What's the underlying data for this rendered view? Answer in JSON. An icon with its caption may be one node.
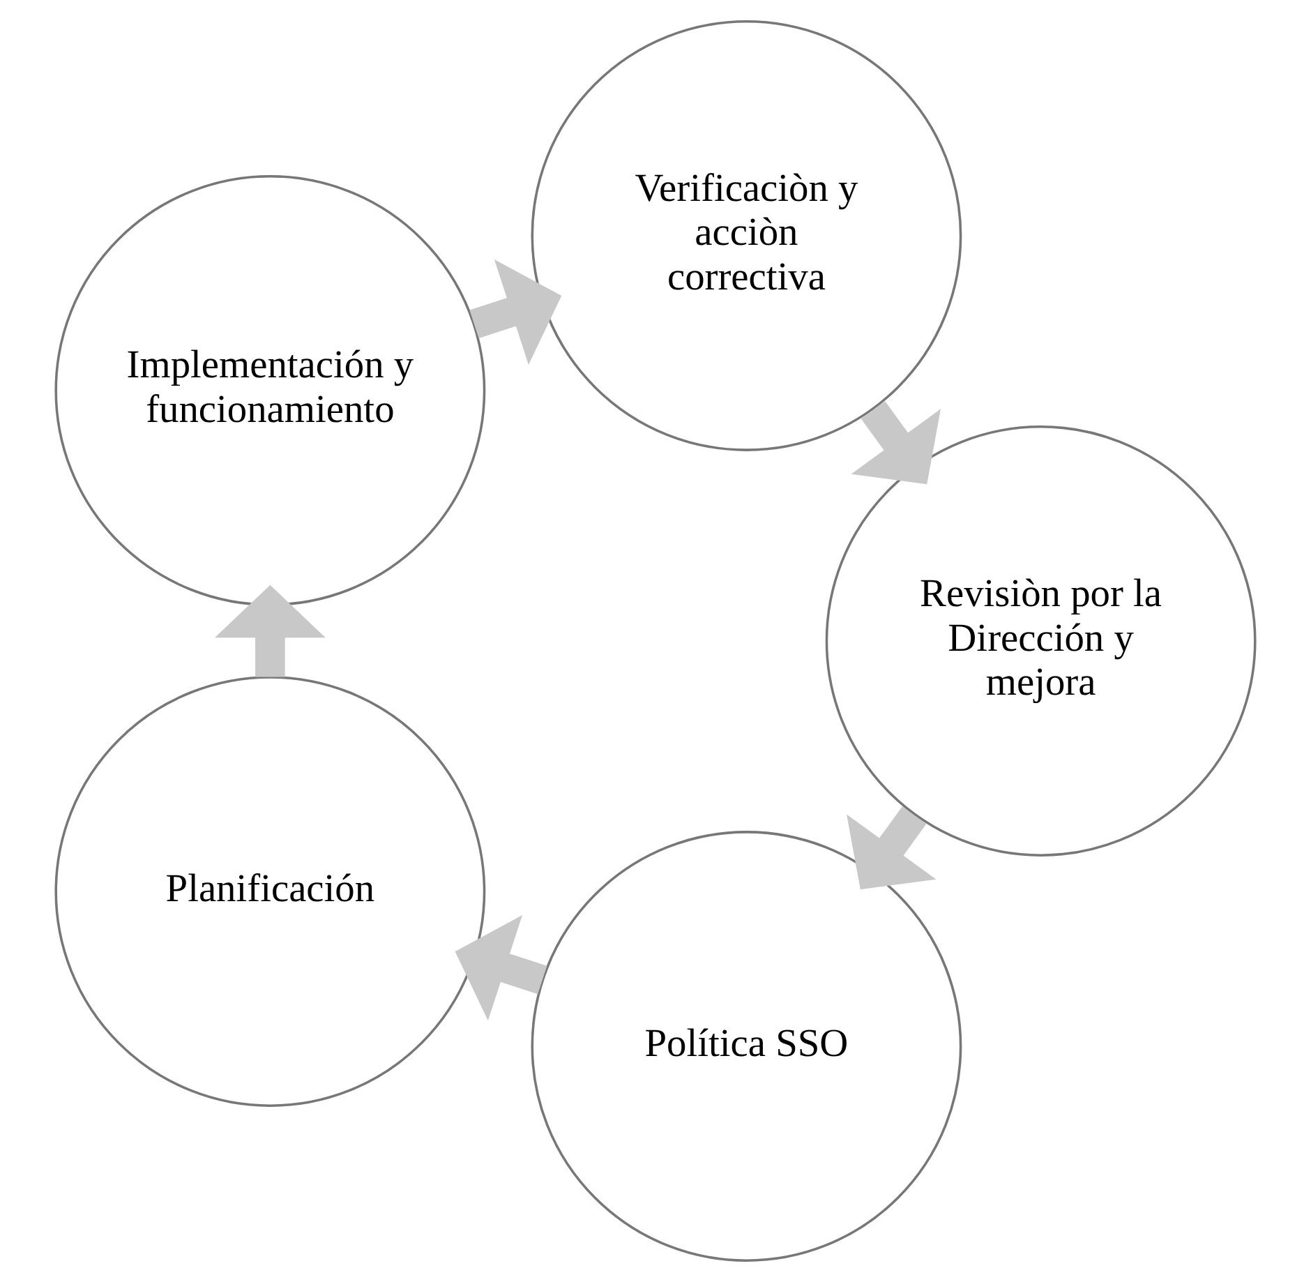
{
  "diagram": {
    "nodes": [
      {
        "text": [
          "Política SSO"
        ]
      },
      {
        "text": [
          "Planificación"
        ]
      },
      {
        "text": [
          "Implementación y funcionamiento"
        ]
      },
      {
        "text": [
          "Verificaciòn y acciòn correctiva"
        ]
      },
      {
        "text": [
          "Revisiòn por la Dirección y mejora"
        ]
      }
    ],
    "edges": [
      {
        "from": 0,
        "to": 1,
        "arrow": "to"
      },
      {
        "from": 1,
        "to": 2,
        "arrow": "to"
      },
      {
        "from": 2,
        "to": 3,
        "arrow": "to"
      },
      {
        "from": 3,
        "to": 4,
        "arrow": "to"
      },
      {
        "from": 4,
        "to": 0,
        "arrow": "to"
      }
    ]
  }
}
